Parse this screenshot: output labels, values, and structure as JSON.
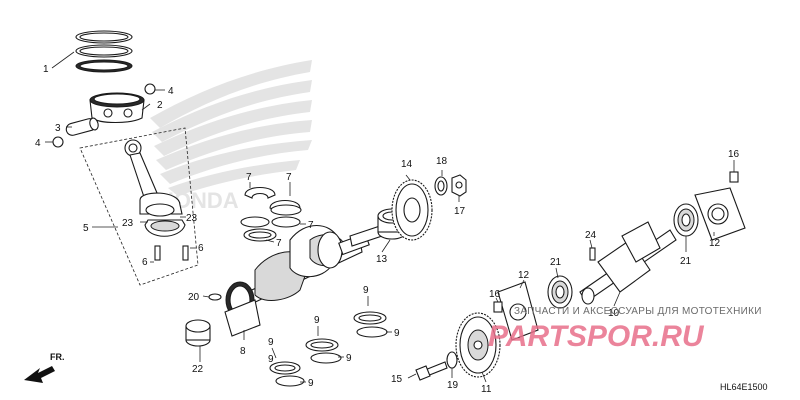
{
  "callouts": {
    "c1": "1",
    "c2": "2",
    "c3": "3",
    "c4a": "4",
    "c4b": "4",
    "c5": "5",
    "c6a": "6",
    "c6b": "6",
    "c7a": "7",
    "c7b": "7",
    "c7c": "7",
    "c7d": "7",
    "c8": "8",
    "c9a": "9",
    "c9b": "9",
    "c9c": "9",
    "c9d": "9",
    "c9e": "9",
    "c9f": "9",
    "c9g": "9",
    "c10": "10",
    "c11": "11",
    "c12a": "12",
    "c12b": "12",
    "c13": "13",
    "c14": "14",
    "c15": "15",
    "c16a": "16",
    "c16b": "16",
    "c17": "17",
    "c18": "18",
    "c19": "19",
    "c20": "20",
    "c21a": "21",
    "c21b": "21",
    "c22": "22",
    "c23a": "23",
    "c23b": "23",
    "c24": "24"
  },
  "direction_label": "FR.",
  "diagram_code": "HL64E1500",
  "watermark": {
    "tagline": "ЗАПЧАСТИ И АКСЕССУАРЫ ДЛЯ МОТОТЕХНИКИ",
    "brand": "PARTSPOR.RU",
    "logo_text": "HONDA"
  },
  "colors": {
    "line": "#1a1a1a",
    "watermark_brand": "#e86f8a",
    "watermark_logo": "#e4e4e4"
  }
}
